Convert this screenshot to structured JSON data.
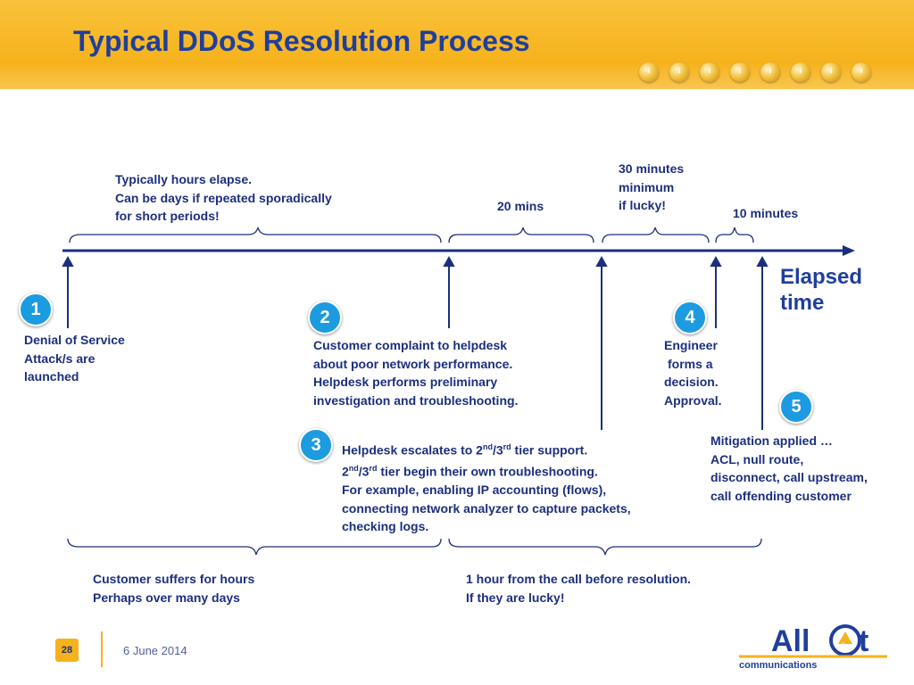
{
  "header": {
    "title": "Typical DDoS Resolution Process",
    "accent_color": "#f6b21c",
    "title_color": "#1f3f9c",
    "dot_icons": [
      "i",
      "i",
      "i",
      "i",
      "i",
      "i",
      "i",
      "i"
    ]
  },
  "timeline": {
    "axis_label_line1": "Elapsed",
    "axis_label_line2": "time",
    "braces_top": [
      {
        "lines": [
          "Typically hours elapse.",
          "Can be days if repeated sporadically",
          "for short periods!"
        ]
      },
      {
        "lines": [
          "20 mins"
        ]
      },
      {
        "lines": [
          "30 minutes",
          "minimum",
          "if lucky!"
        ]
      },
      {
        "lines": [
          "10 minutes"
        ]
      }
    ],
    "steps": [
      {
        "number": "1",
        "lines": [
          "Denial of Service",
          "Attack/s are",
          "launched"
        ]
      },
      {
        "number": "2",
        "lines": [
          "Customer complaint to helpdesk",
          "about poor network performance.",
          "Helpdesk performs preliminary",
          "investigation and troubleshooting."
        ]
      },
      {
        "number": "3",
        "line1": "Helpdesk escalates to 2",
        "sup_nd": "nd",
        "slash": "/3",
        "sup_rd": "rd",
        "line1_end": " tier support.",
        "line2_end": " tier begin their own troubleshooting.",
        "line2_start": "2",
        "lines_rest": [
          "For example, enabling IP accounting (flows),",
          "connecting network analyzer to capture packets,",
          "checking logs."
        ]
      },
      {
        "number": "4",
        "lines": [
          "Engineer",
          "forms a",
          "decision.",
          "Approval."
        ]
      },
      {
        "number": "5",
        "lines": [
          "Mitigation applied …",
          "ACL, null route,",
          "disconnect, call upstream,",
          "call offending customer"
        ]
      }
    ],
    "braces_bottom": [
      {
        "lines": [
          "Customer suffers for hours",
          "Perhaps over many days"
        ]
      },
      {
        "lines": [
          "1 hour from the call before resolution.",
          "If they are lucky!"
        ]
      }
    ]
  },
  "footer": {
    "slide_number": "28",
    "date": "6 June 2014",
    "logo_text": "All",
    "logo_letter": "o",
    "logo_end": "t",
    "logo_subtext": "communications"
  }
}
